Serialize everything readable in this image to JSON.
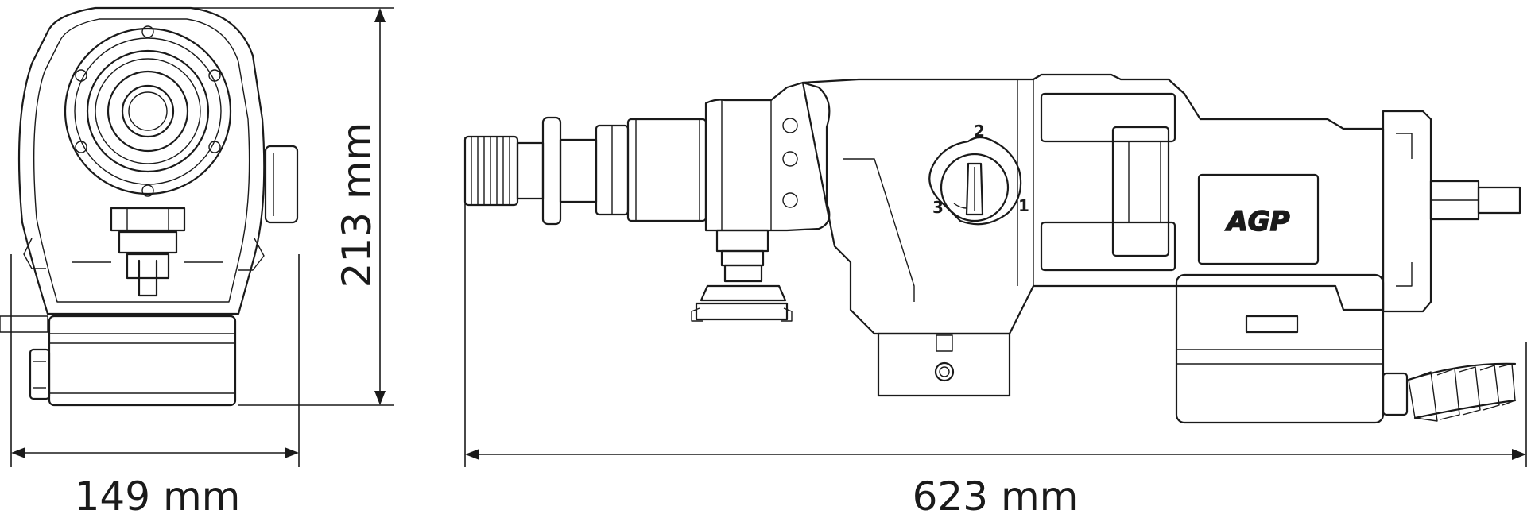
{
  "dimensions": {
    "width_label": "149 mm",
    "length_label": "623 mm",
    "height_label": "213 mm"
  },
  "gear_selector": {
    "positions": [
      "1",
      "2",
      "3"
    ]
  },
  "brand_label": "AGP",
  "colors": {
    "line": "#1a1a1a",
    "background": "#ffffff"
  }
}
